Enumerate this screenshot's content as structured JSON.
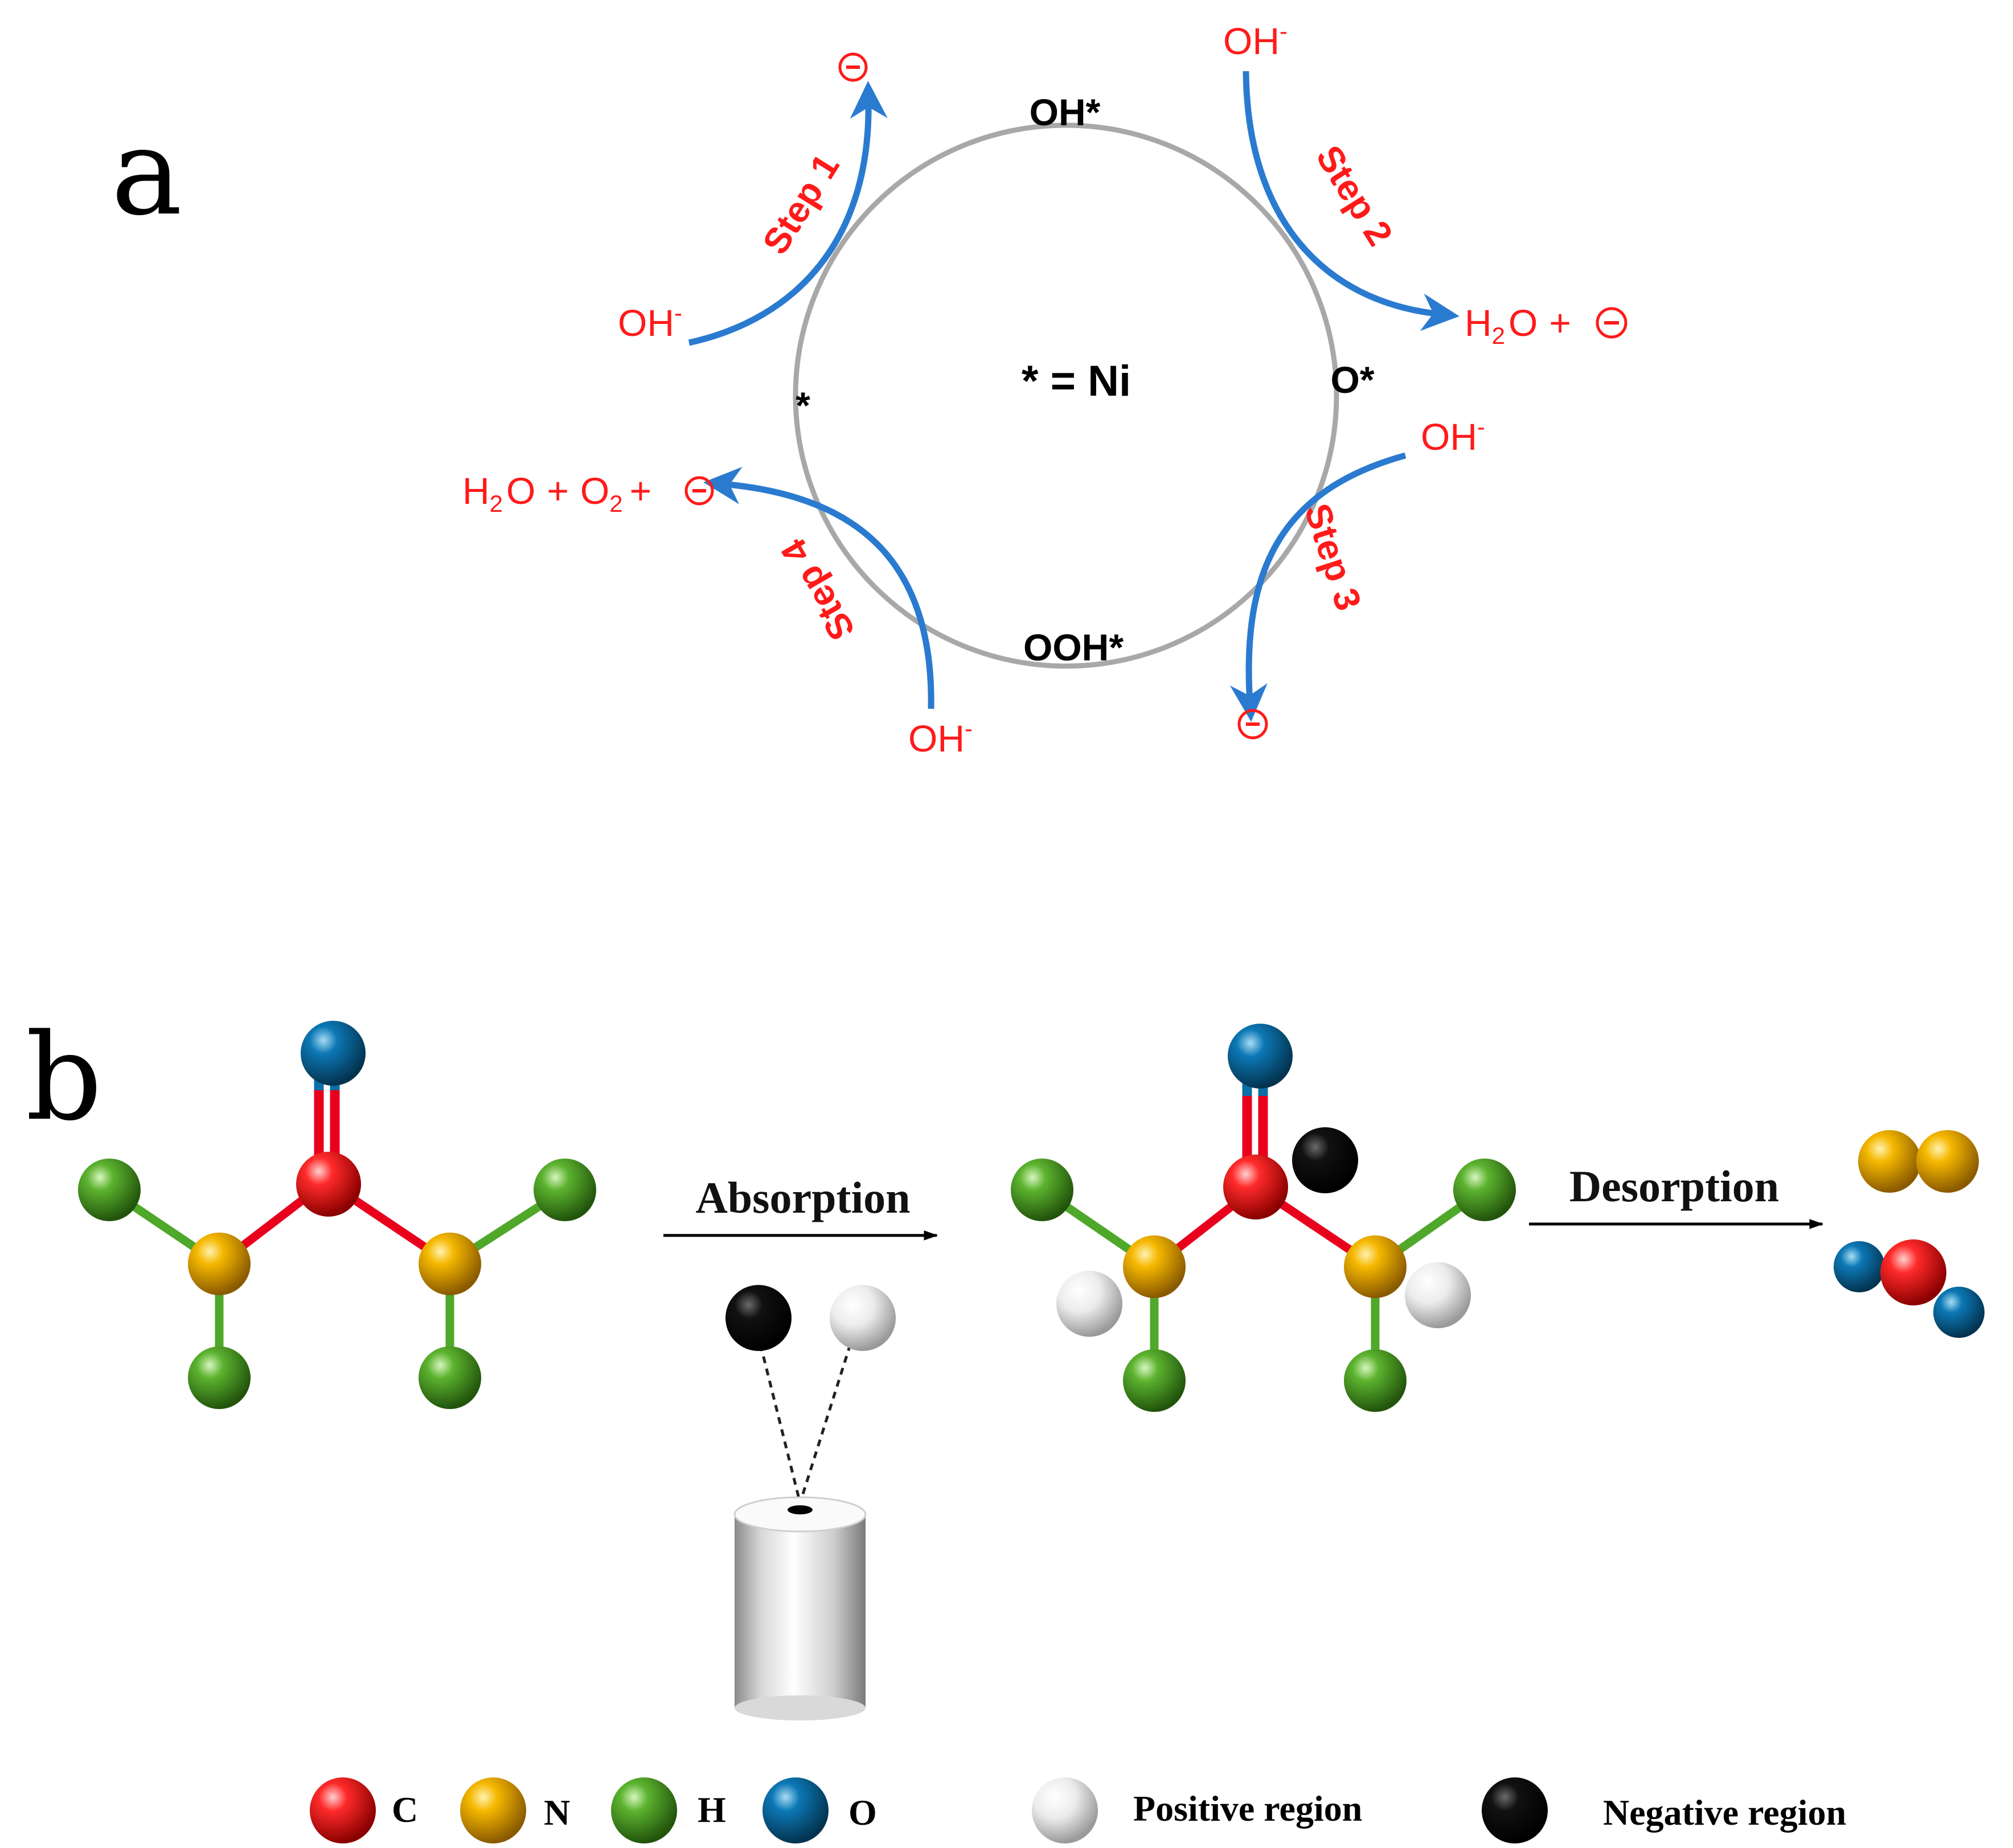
{
  "panels": {
    "a": {
      "label": "a",
      "center_label": "* = Ni",
      "species": {
        "bare_site": "*",
        "oh_ads": "OH*",
        "o_ads": "O*",
        "ooh_ads": "OOH*"
      },
      "steps": [
        {
          "label": "Step 1",
          "reactant": "OH",
          "reactant_sup": "-",
          "product": ""
        },
        {
          "label": "Step 2",
          "reactant": "OH",
          "reactant_sup": "-",
          "product": "H2O + e"
        },
        {
          "label": "Step 3",
          "reactant": "OH",
          "reactant_sup": "-",
          "product": ""
        },
        {
          "label": "Step 4",
          "reactant": "OH",
          "reactant_sup": "-",
          "product": "H2O + O2 + e"
        }
      ],
      "text": {
        "h": "H",
        "o": "O",
        "two": "2",
        "plus": "+",
        "minus": "-"
      },
      "colors": {
        "arrow": "#2a7bd0",
        "text": "#ff1a1a",
        "cycle": "#a8a8a8"
      }
    },
    "b": {
      "label": "b",
      "processes": {
        "absorption": "Absorption",
        "desorption": "Desorption"
      },
      "legend": [
        {
          "symbol": "C",
          "color": "#e8001c"
        },
        {
          "symbol": "N",
          "color": "#f2b200"
        },
        {
          "symbol": "H",
          "color": "#4fa82a"
        },
        {
          "symbol": "O",
          "color": "#0b6fa8"
        },
        {
          "symbol": "Positive region",
          "color": "#e6e6e6"
        },
        {
          "symbol": "Negative region",
          "color": "#111111"
        }
      ]
    }
  }
}
